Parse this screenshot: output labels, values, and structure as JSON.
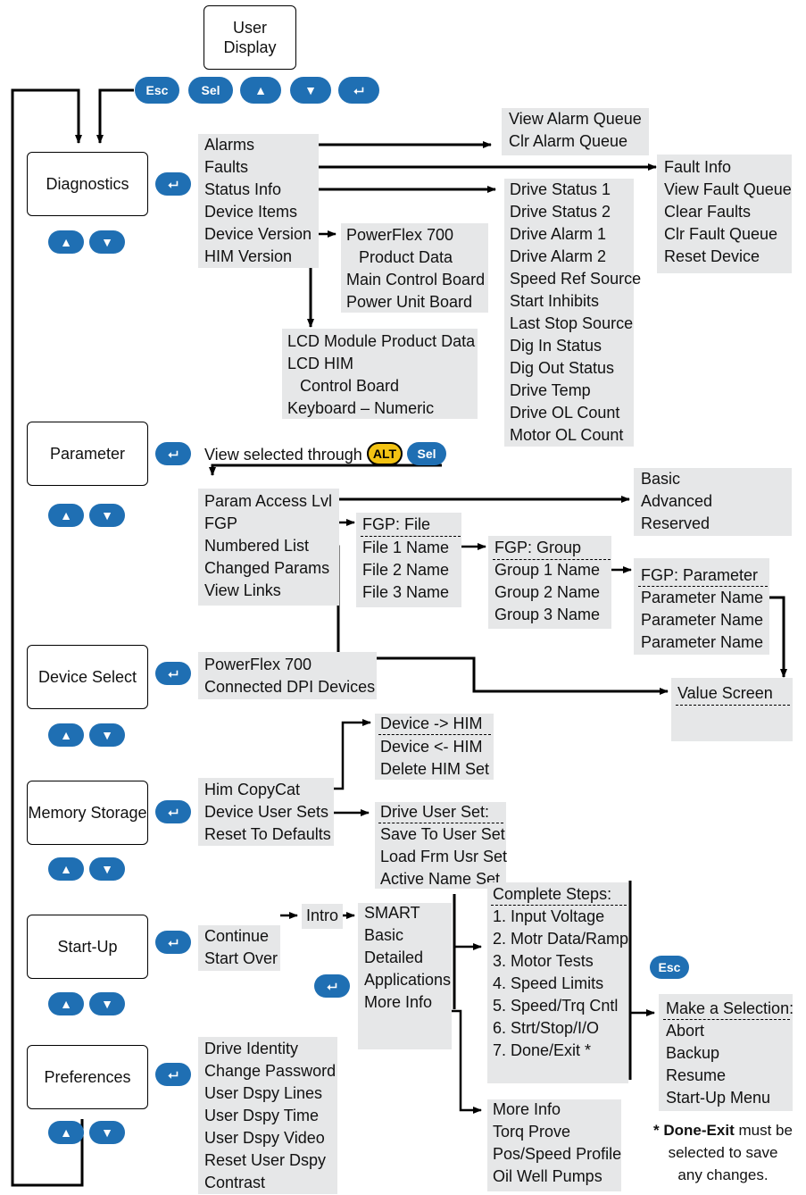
{
  "user_display": {
    "line1": "User",
    "line2": "Display"
  },
  "keys": {
    "esc": "Esc",
    "sel": "Sel",
    "alt": "ALT"
  },
  "menus": {
    "diagnostics": "Diagnostics",
    "parameter": "Parameter",
    "device_select": "Device Select",
    "memory_storage": "Memory Storage",
    "startup": "Start-Up",
    "preferences": "Preferences"
  },
  "diagnostics": {
    "items": [
      "Alarms",
      "Faults",
      "Status Info",
      "Device Items",
      "Device Version",
      "HIM Version"
    ],
    "alarm_queue": [
      "View Alarm Queue",
      "Clr Alarm Queue"
    ],
    "fault_info": [
      "Fault Info",
      "View Fault Queue",
      "Clear Faults",
      "Clr Fault Queue",
      "Reset Device"
    ],
    "status_info": [
      "Drive Status 1",
      "Drive Status 2",
      "Drive Alarm 1",
      "Drive Alarm 2",
      "Speed Ref Source",
      "Start Inhibits",
      "Last Stop Source",
      "Dig In Status",
      "Dig Out Status",
      "Drive Temp",
      "Drive OL Count",
      "Motor OL Count"
    ],
    "device_version": [
      "PowerFlex 700",
      "Product Data",
      "Main Control Board",
      "Power Unit Board"
    ],
    "him_version": [
      "LCD Module Product Data",
      "LCD HIM",
      "Control Board",
      "Keyboard – Numeric"
    ]
  },
  "parameter": {
    "view_selected": "View selected through",
    "items": [
      "Param Access Lvl",
      "FGP",
      "Numbered List",
      "Changed Params",
      "View Links"
    ],
    "access_levels": [
      "Basic",
      "Advanced",
      "Reserved"
    ],
    "fgp_file": {
      "header": "FGP: File",
      "items": [
        "File 1 Name",
        "File 2 Name",
        "File 3 Name"
      ]
    },
    "fgp_group": {
      "header": "FGP: Group",
      "items": [
        "Group 1 Name",
        "Group 2 Name",
        "Group 3 Name"
      ]
    },
    "fgp_parameter": {
      "header": "FGP: Parameter",
      "items": [
        "Parameter Name",
        "Parameter Name",
        "Parameter Name"
      ]
    },
    "value_screen": "Value Screen"
  },
  "device_select": {
    "items": [
      "PowerFlex 700",
      "Connected DPI Devices"
    ]
  },
  "memory_storage": {
    "items": [
      "Him CopyCat",
      "Device User Sets",
      "Reset To Defaults"
    ],
    "copycat": [
      "Device -> HIM",
      "Device <- HIM",
      "Delete HIM Set"
    ],
    "user_sets": {
      "header": "Drive User Set:",
      "items": [
        "Save To User Set",
        "Load Frm Usr Set",
        "Active Name Set"
      ]
    }
  },
  "startup": {
    "items": [
      "Continue",
      "Start Over"
    ],
    "intro": "Intro",
    "modes": [
      "SMART",
      "Basic",
      "Detailed",
      "Applications",
      "More Info"
    ],
    "steps": {
      "header": "Complete Steps:",
      "items": [
        "1. Input Voltage",
        "2. Motr Data/Ramp",
        "3. Motor Tests",
        "4. Speed Limits",
        "5. Speed/Trq Cntl",
        "6. Strt/Stop/I/O",
        "7. Done/Exit *"
      ]
    },
    "selection": {
      "header": "Make a Selection:",
      "items": [
        "Abort",
        "Backup",
        "Resume",
        "Start-Up Menu"
      ]
    },
    "applications": [
      "More Info",
      "Torq Prove",
      "Pos/Speed Profile",
      "Oil Well Pumps"
    ],
    "note_bold": "* Done-Exit",
    "note_rest1": "must be",
    "note_line2": "selected to save",
    "note_line3": "any changes."
  },
  "preferences": {
    "items": [
      "Drive Identity",
      "Change Password",
      "User Dspy Lines",
      "User Dspy Time",
      "User Dspy Video",
      "Reset User Dspy",
      "Contrast"
    ]
  },
  "colors": {
    "key_blue": "#1f6fb3",
    "alt_yellow": "#f3c313",
    "panel_gray": "#e6e7e8"
  }
}
